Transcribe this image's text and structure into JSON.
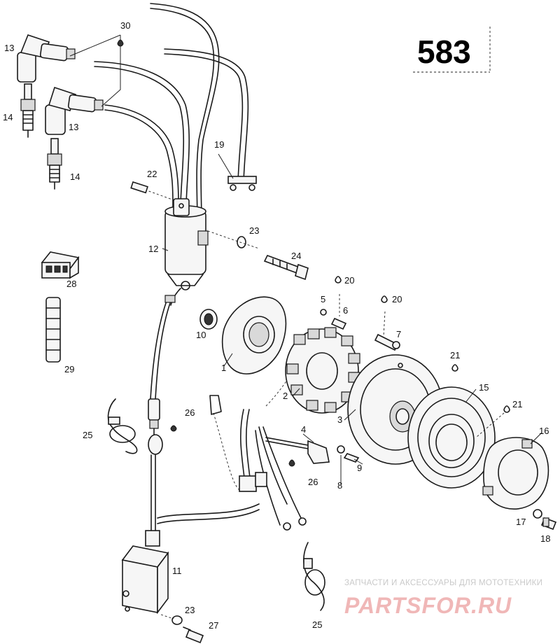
{
  "page_number": "583",
  "callouts": {
    "c30": "30",
    "c13a": "13",
    "c13b": "13",
    "c14a": "14",
    "c14b": "14",
    "c19": "19",
    "c22": "22",
    "c12": "12",
    "c23a": "23",
    "c24": "24",
    "c28": "28",
    "c29": "29",
    "c20a": "20",
    "c20b": "20",
    "c5": "5",
    "c6": "6",
    "c7": "7",
    "c10": "10",
    "c1": "1",
    "c2": "2",
    "c21a": "21",
    "c21b": "21",
    "c15": "15",
    "c3": "3",
    "c16": "16",
    "c26a": "26",
    "c26b": "26",
    "c25a": "25",
    "c25b": "25",
    "c4": "4",
    "c8": "8",
    "c9": "9",
    "c17": "17",
    "c18": "18",
    "c11": "11",
    "c23b": "23",
    "c27": "27"
  },
  "watermark": {
    "tagline": "ЗАПЧАСТИ И АКСЕССУАРЫ ДЛЯ МОТОТЕХНИКИ",
    "brand": "PARTSFOR.RU",
    "color": "#e05a5a"
  }
}
